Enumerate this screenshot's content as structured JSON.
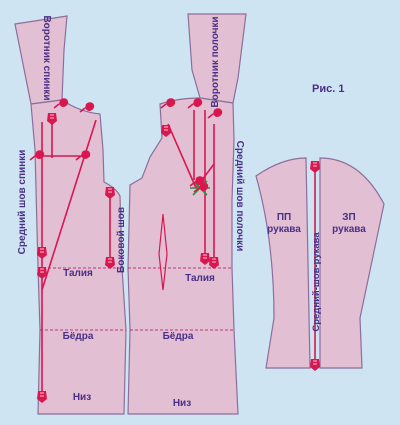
{
  "figure_label": "Рис. 1",
  "labels": {
    "back_collar": "Воротник спинки",
    "front_collar": "Воротник полочки",
    "back_center_seam": "Средний шов спинки",
    "front_center_seam": "Средний шов полочки",
    "side_seam": "Боковой шов",
    "waist_back": "Талия",
    "waist_front": "Талия",
    "hips_back": "Бёдра",
    "hips_front": "Бёдра",
    "hem_back": "Низ",
    "hem_front": "Низ",
    "front_sleeve": [
      "ПП",
      "рукава"
    ],
    "back_sleeve": [
      "ЗП",
      "рукава"
    ],
    "sleeve_seam": "Средний-шов-рукава"
  },
  "colors": {
    "background": "#cfe4f3",
    "pattern_fill": "#e3bfd3",
    "pattern_stroke": "#8b6f9a",
    "seam_line": "#d8174f",
    "dashed_line": "#b5387a",
    "label_text": "#4a2f86",
    "marker_green": "#1f9a3a"
  },
  "icons": {
    "pins": "pin-icon",
    "seam_end_markers": "seam-marker-icon",
    "gather_mark": "star-mark-icon"
  }
}
